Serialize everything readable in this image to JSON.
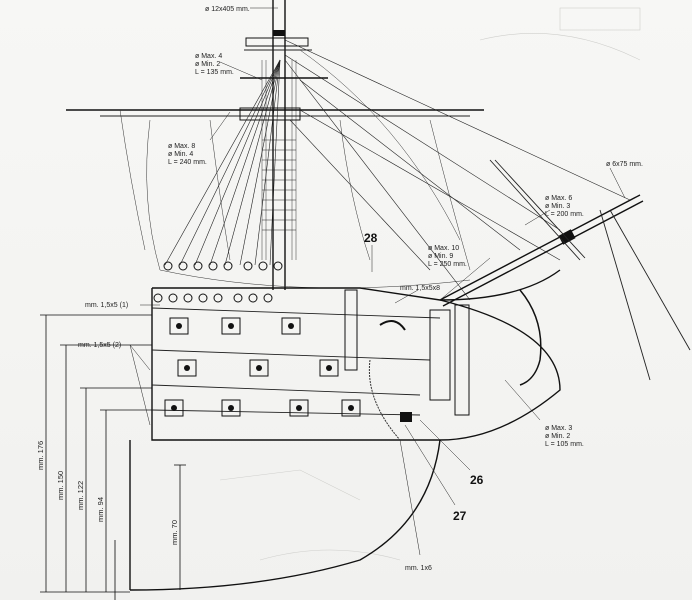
{
  "labels": {
    "topmast": "ø 12x405 mm.",
    "yard_upper": [
      "ø Max. 4",
      "ø Min. 2",
      "L = 135 mm."
    ],
    "yard_lower": [
      "ø Max. 8",
      "ø Min. 4",
      "L = 240 mm."
    ],
    "jib": [
      "ø Max. 10",
      "ø Min. 9",
      "L = 250 mm."
    ],
    "sprit": [
      "ø Max. 6",
      "ø Min. 3",
      "L = 200 mm."
    ],
    "bowsprit_tip": "ø 6x75 mm.",
    "stem_piece": [
      "ø Max. 3",
      "ø Min. 2",
      "L = 105 mm."
    ],
    "strip_a": "mm. 1,5x5 (1)",
    "strip_b": "mm. 1,5x5 (2)",
    "strip_c": "mm. 1,5x5x8",
    "strip_d": "mm. 1x6"
  },
  "part_numbers": [
    "28",
    "26",
    "27"
  ],
  "dimensions": [
    "mm. 176",
    "mm. 150",
    "mm. 122",
    "mm. 94",
    "mm. 70"
  ],
  "colors": {
    "paper": "#f4f4f2",
    "ink": "#111111"
  }
}
